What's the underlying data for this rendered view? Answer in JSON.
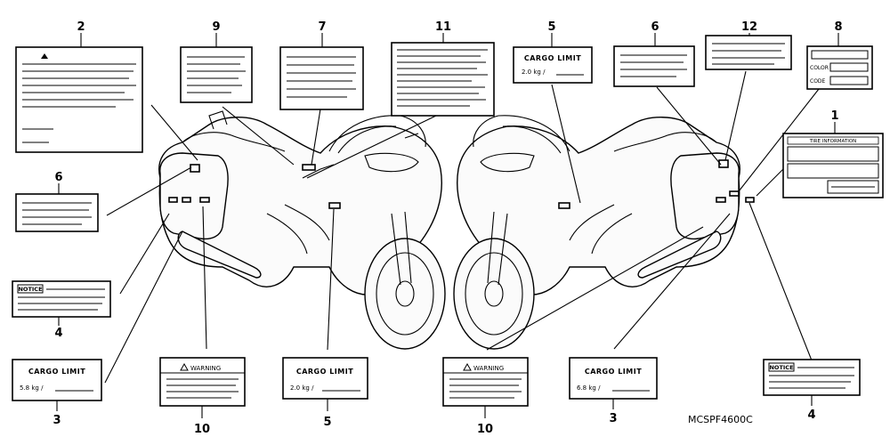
{
  "callouts": {
    "c2": "2",
    "c9": "9",
    "c7": "7",
    "c11": "11",
    "c5top": "5",
    "c6right": "6",
    "c12": "12",
    "c8": "8",
    "c1": "1",
    "c6left": "6",
    "c4left": "4",
    "c3left": "3",
    "c10left": "10",
    "c5bottom": "5",
    "c10right": "10",
    "c3right": "3",
    "c4right": "4"
  },
  "labels": {
    "cargo_limit": "CARGO LIMIT",
    "cargo_2_0": "2.0 kg /",
    "cargo_5_8": "5.8 kg /",
    "cargo_6_8": "6.8 kg /",
    "warning": "WARNING",
    "notice": "NOTICE",
    "color": "COLOR",
    "code": "CODE",
    "tire_info": "TIRE INFORMATION"
  },
  "part_code": "MCSPF4600C"
}
